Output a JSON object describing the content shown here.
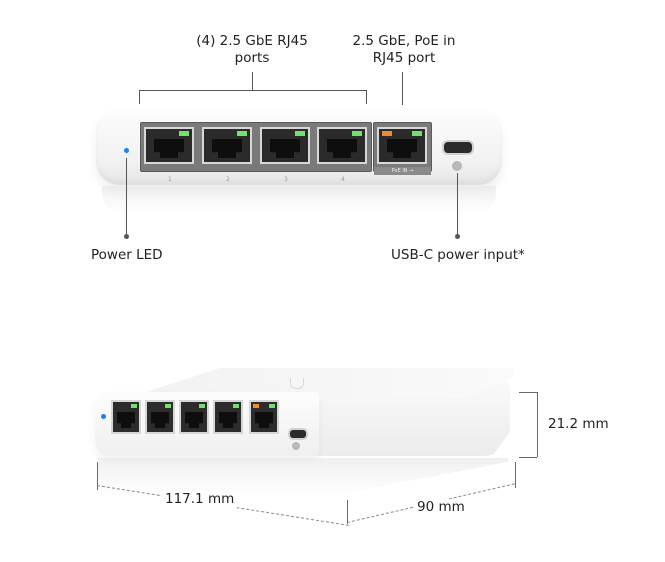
{
  "callouts": {
    "rj45_ports": {
      "line1": "(4) 2.5 GbE RJ45",
      "line2": "ports"
    },
    "poe_port": {
      "line1": "2.5 GbE, PoE in",
      "line2": "RJ45 port"
    },
    "power_led": "Power LED",
    "usbc_power": "USB-C power input*"
  },
  "device": {
    "port_numbers": [
      "1",
      "2",
      "3",
      "4"
    ],
    "poe_tag": "PoE IN →",
    "colors": {
      "led_green": "#6fe36c",
      "led_orange": "#f08a2a",
      "power_led": "#1f7cff",
      "body": "#f5f5f5"
    }
  },
  "dimensions": {
    "height": "21.2 mm",
    "width": "117.1 mm",
    "depth": "90 mm"
  }
}
